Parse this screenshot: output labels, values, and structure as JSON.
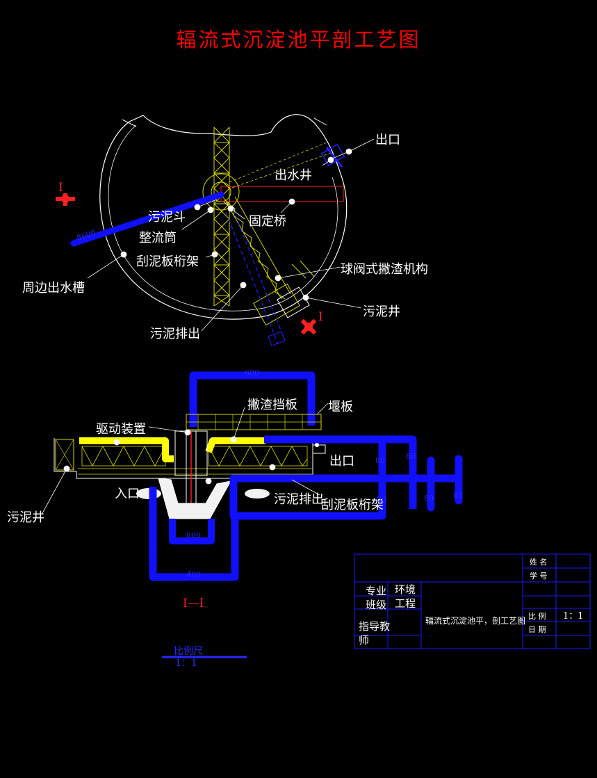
{
  "title": "辐流式沉淀池平剖工艺图",
  "colors": {
    "background": "#000000",
    "title": "#ff0000",
    "outline": "#ffffff",
    "truss": "#e0e000",
    "pipe": "#0000ff",
    "scraper": "#ffff00",
    "section_mark": "#ff2020",
    "title_block": "#1a1aff"
  },
  "plan_view": {
    "labels": {
      "outlet": "出口",
      "outlet_well": "出水井",
      "sludge_hopper": "污泥斗",
      "fixed_bridge": "固定桥",
      "flow_cylinder": "整流筒",
      "scraper_truss": "刮泥板桁架",
      "ball_valve": "球阀式撇渣机构",
      "perimeter_channel": "周边出水槽",
      "sludge_well": "污泥井",
      "sludge_discharge": "污泥排出"
    },
    "section_mark_left": "I",
    "section_mark_right": "I",
    "pipe_dim": "8600"
  },
  "section_view": {
    "labels": {
      "scum_baffle": "撇渣挡板",
      "weir": "堰板",
      "drive": "驱动装置",
      "outlet": "出口",
      "inlet": "入口",
      "sludge_discharge": "污泥排出",
      "scraper_truss": "刮泥板桁架",
      "sludge_well": "污泥井"
    },
    "section_name": "I—I",
    "dims": {
      "top": "600",
      "mid": "800",
      "bottom": "400",
      "right1": "80",
      "right2": "80",
      "right3": "80",
      "right4": "80",
      "right5": "80"
    }
  },
  "scale_bar": {
    "title": "比例尺",
    "value": "1：1"
  },
  "title_block": {
    "name_label": "姓 名",
    "id_label": "学 号",
    "major_label": "专业",
    "major_value": "环境",
    "class_label": "班级",
    "class_value": "工程",
    "advisor_label_1": "指导教",
    "advisor_label_2": "师",
    "drawing_name": "辐流式沉淀池平，剖工艺图",
    "scale_label": "比 例",
    "scale_value": "1：1",
    "date_label": "日 期"
  }
}
